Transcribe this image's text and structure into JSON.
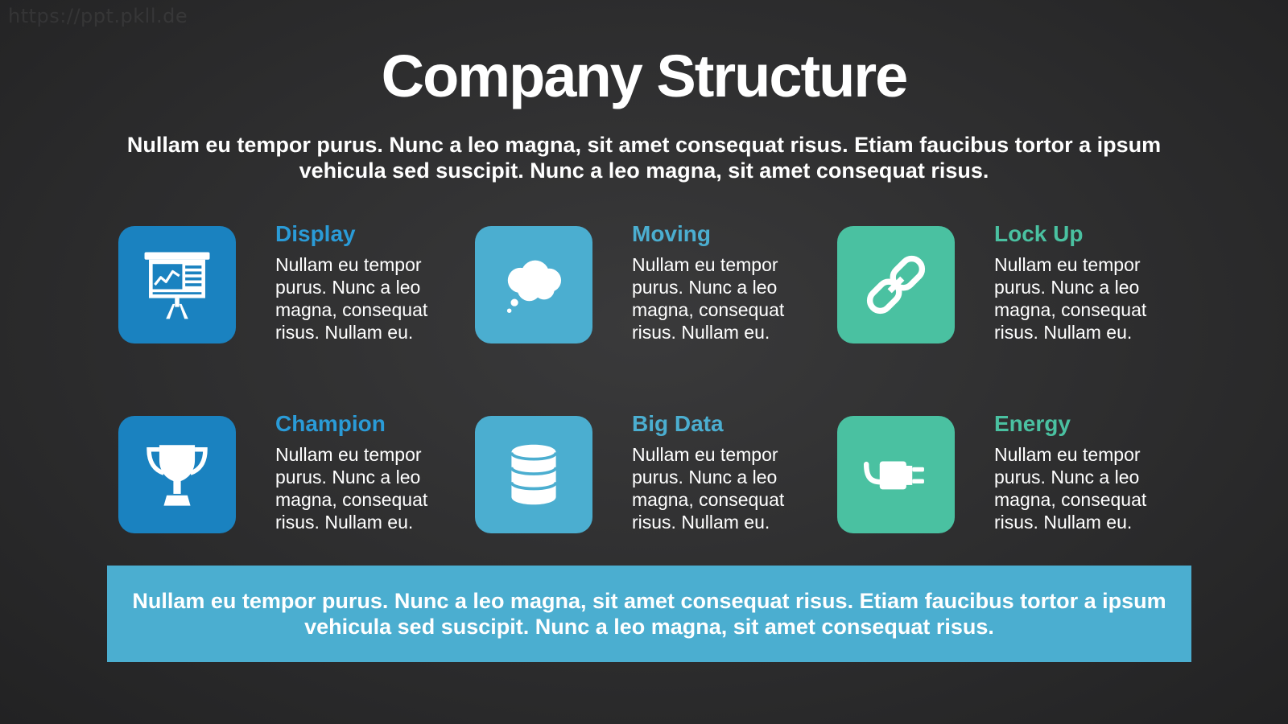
{
  "watermark": "https://ppt.pkll.de",
  "title": "Company Structure",
  "subtitle": "Nullam eu tempor purus. Nunc a leo magna, sit amet consequat risus. Etiam faucibus tortor a ipsum vehicula sed suscipit. Nunc a leo magna, sit amet consequat risus.",
  "colors": {
    "dark_blue": "#1a82c0",
    "light_blue": "#4baed0",
    "teal": "#4ac1a1",
    "panel": "#4baed0"
  },
  "cards": [
    {
      "heading": "Display",
      "text": "Nullam eu tempor purus. Nunc a leo magna, consequat risus. Nullam eu.",
      "icon": "presentation-board-icon"
    },
    {
      "heading": "Moving",
      "text": "Nullam eu tempor purus. Nunc a leo magna, consequat risus. Nullam eu.",
      "icon": "thought-bubble-icon"
    },
    {
      "heading": "Lock Up",
      "text": "Nullam eu tempor purus. Nunc a leo magna, consequat risus. Nullam eu.",
      "icon": "chain-link-icon"
    },
    {
      "heading": "Champion",
      "text": "Nullam eu tempor purus. Nunc a leo magna, consequat risus. Nullam eu.",
      "icon": "trophy-icon"
    },
    {
      "heading": "Big Data",
      "text": "Nullam eu tempor purus. Nunc a leo magna, consequat risus. Nullam eu.",
      "icon": "database-icon"
    },
    {
      "heading": "Energy",
      "text": "Nullam eu tempor purus. Nunc a leo magna, consequat risus. Nullam eu.",
      "icon": "power-plug-icon"
    }
  ],
  "footer_text": "Nullam eu tempor purus. Nunc a leo magna, sit amet consequat risus. Etiam faucibus tortor a ipsum vehicula sed suscipit. Nunc a leo magna, sit amet consequat risus."
}
